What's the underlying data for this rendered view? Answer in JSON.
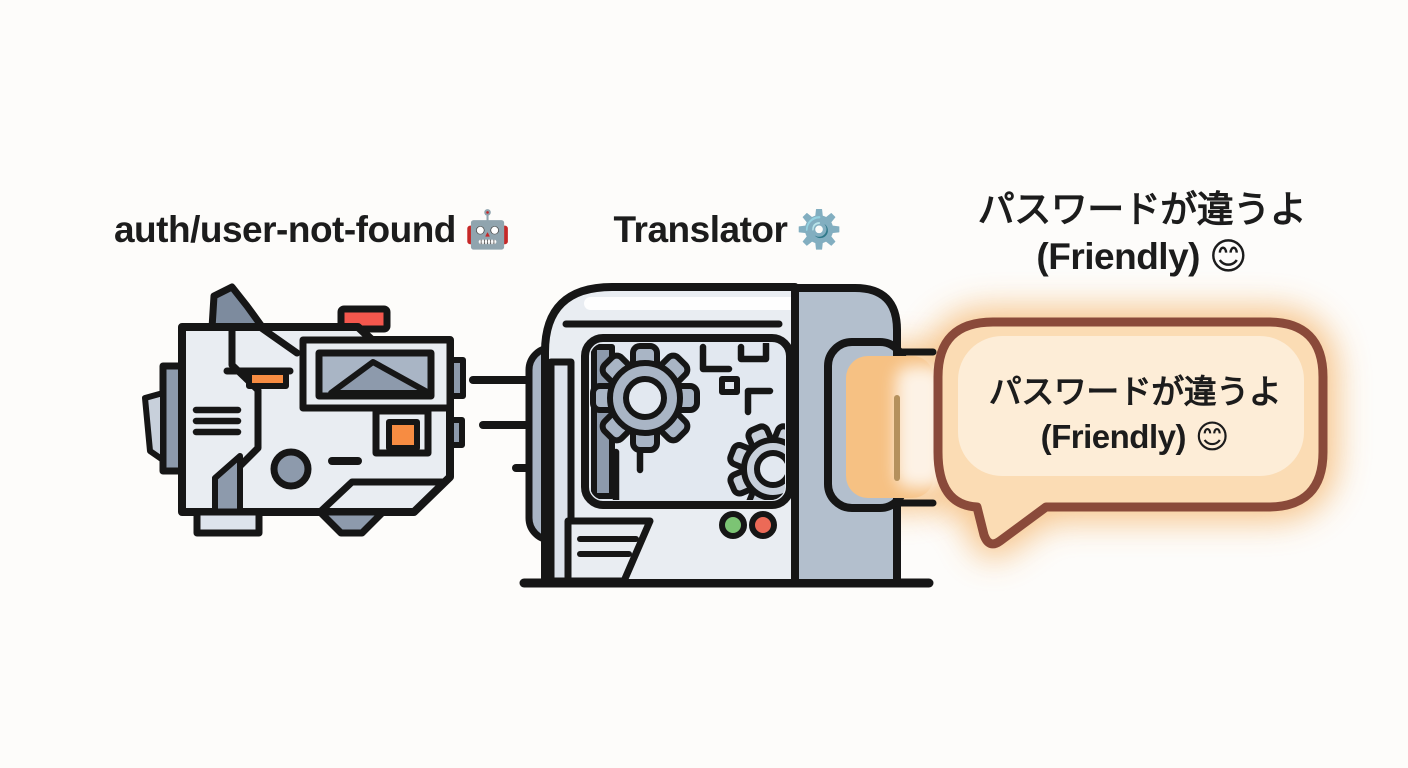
{
  "scene": {
    "input_label": {
      "text": "auth/user-not-found",
      "emoji": "🤖"
    },
    "translator_label": {
      "text": "Translator",
      "emoji": "⚙️"
    },
    "output_label": {
      "line1": "パスワードが違うよ",
      "line2": "(Friendly)",
      "emoji": "😊"
    },
    "bubble": {
      "line1": "パスワードが違うよ",
      "line2": "(Friendly)",
      "emoji": "😊"
    }
  },
  "colors": {
    "background": "#fdfcfa",
    "ink": "#161616",
    "text": "#1c1c1c",
    "body-light": "#e9edf2",
    "body-soft": "#e2e8f0",
    "steel-dark": "#7d8b9e",
    "steel": "#8d9aac",
    "steel-mid": "#a9b5c5",
    "steel-light": "#c8d0db",
    "steel-pale": "#dde3ec",
    "panel": "#b3bfcd",
    "accent-red": "#f4574d",
    "accent-orange": "#f78c42",
    "led-green": "#7cc474",
    "led-red": "#ec6a57",
    "glow": "#f6c183",
    "bubble-fill": "#fbdcb4",
    "bubble-inner": "#fdeeda",
    "bubble-border": "#8a4a3a",
    "slot-line": "#b5915d"
  }
}
